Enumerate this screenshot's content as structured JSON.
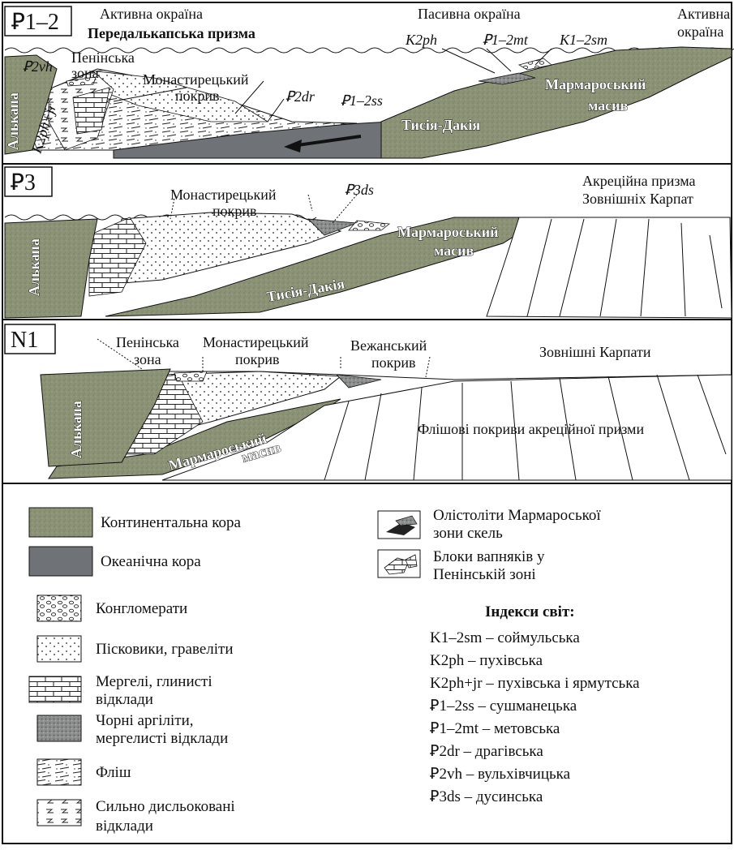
{
  "panels": [
    {
      "stage": "Ꝑ1–2",
      "labels": {
        "active_margin_left": "Активна окраїна",
        "prism_title": "Передалькапська призма",
        "passive_margin": "Пасивна окраїна",
        "active_margin_right_1": "Активна",
        "active_margin_right_2": "окраїна",
        "vh": "Ꝑ2vh",
        "penin_1": "Пенінська",
        "penin_2": "зона",
        "monast_1": "Монастирецький",
        "monast_2": "покрив",
        "dr": "Ꝑ2dr",
        "ss": "Ꝑ1–2ss",
        "k2ph": "K2ph",
        "mt": "Ꝑ1–2mt",
        "sm": "K1–2sm",
        "k2phjr": "K2ph+jr",
        "alcapa": "Алькапа",
        "tisia": "Тисія-Дакія",
        "marm_1": "Мармароський",
        "marm_2": "масив"
      }
    },
    {
      "stage": "Ꝑ3",
      "labels": {
        "monast_1": "Монастирецький",
        "monast_2": "покрив",
        "ds": "Ꝑ3ds",
        "accr_1": "Акреційна призма",
        "accr_2": "Зовнішніх Карпат",
        "alcapa": "Алькапа",
        "marm_1": "Мармароський",
        "marm_2": "масив",
        "tisia": "Тисія-Дакія"
      }
    },
    {
      "stage": "N1",
      "labels": {
        "penin_1": "Пенінська",
        "penin_2": "зона",
        "monast_1": "Монастирецький",
        "monast_2": "покрив",
        "vezh_1": "Вежанський",
        "vezh_2": "покрив",
        "outer": "Зовнішні Карпати",
        "alcapa": "Алькапа",
        "marm_1": "Мармароський",
        "marm_2": "масив",
        "flysch": "Флішові покриви акреційної призми"
      }
    }
  ],
  "legend": {
    "continental_crust": "Континентальна кора",
    "oceanic_crust": "Океанічна кора",
    "conglomerates": "Конгломерати",
    "sandstones": "Пісковики, гравеліти",
    "marls_1": "Мергелі, глинисті",
    "marls_2": "відклади",
    "black_1": "Чорні аргіліти,",
    "black_2": "мергелисті відклади",
    "flysch": "Фліш",
    "dislocated_1": "Сильно дисльоковані",
    "dislocated_2": "відклади",
    "olistoliths_1": "Олістоліти Мармароської",
    "olistoliths_2": "зони скель",
    "limestone_1": "Блоки вапняків у",
    "limestone_2": "Пенінській зоні"
  },
  "indices": {
    "title": "Індекси світ:",
    "items": [
      "K1–2sm – соймульська",
      "K2ph – пухівська",
      "K2ph+jr – пухівська і ярмутська",
      "Ꝑ1–2ss – сушманецька",
      "Ꝑ1–2mt – метовська",
      "Ꝑ2dr – драгівська",
      "Ꝑ2vh – вульхівчицька",
      "Ꝑ3ds – дусинська"
    ]
  },
  "colors": {
    "continental_crust": "#8b9275",
    "oceanic_crust": "#6f7277",
    "black_shales": "#8c8d8d",
    "ink": "#111111"
  }
}
